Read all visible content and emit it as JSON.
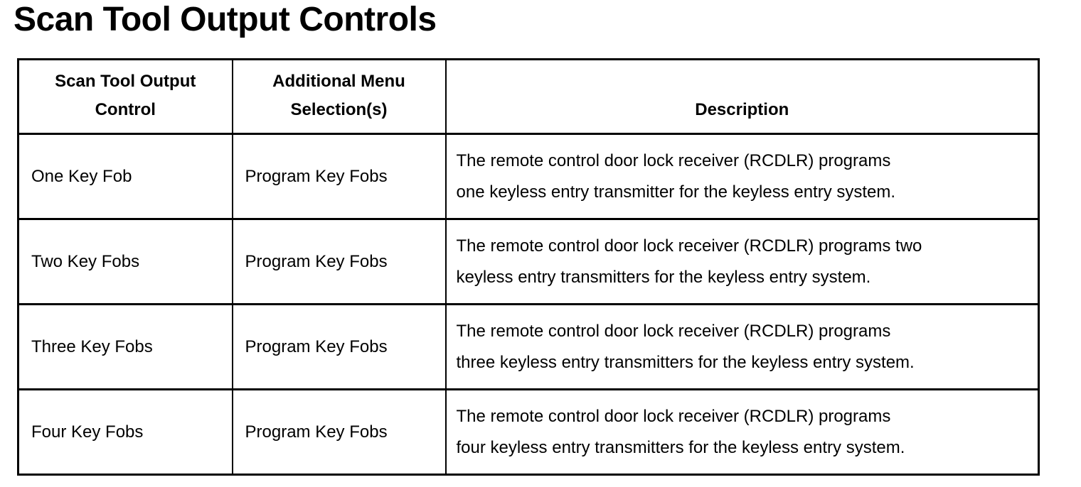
{
  "page": {
    "title": "Scan Tool Output Controls"
  },
  "colors": {
    "text": "#000000",
    "background": "#ffffff",
    "border": "#000000"
  },
  "table": {
    "headers": {
      "control": "Scan Tool Output\nControl",
      "menu": "Additional Menu\nSelection(s)",
      "description": "Description"
    },
    "rows": [
      {
        "control": "One Key Fob",
        "menu": "Program Key Fobs",
        "description": "The remote control door lock receiver (RCDLR) programs\none keyless entry transmitter for the keyless entry system."
      },
      {
        "control": "Two Key Fobs",
        "menu": "Program Key Fobs",
        "description": "The remote control door lock receiver (RCDLR) programs two\nkeyless entry transmitters for the keyless entry system."
      },
      {
        "control": "Three Key Fobs",
        "menu": "Program Key Fobs",
        "description": "The remote control door lock receiver (RCDLR) programs\nthree keyless entry transmitters for the keyless entry system."
      },
      {
        "control": "Four Key Fobs",
        "menu": "Program Key Fobs",
        "description": "The remote control door lock receiver (RCDLR) programs\nfour keyless entry transmitters for the keyless entry system."
      }
    ]
  }
}
